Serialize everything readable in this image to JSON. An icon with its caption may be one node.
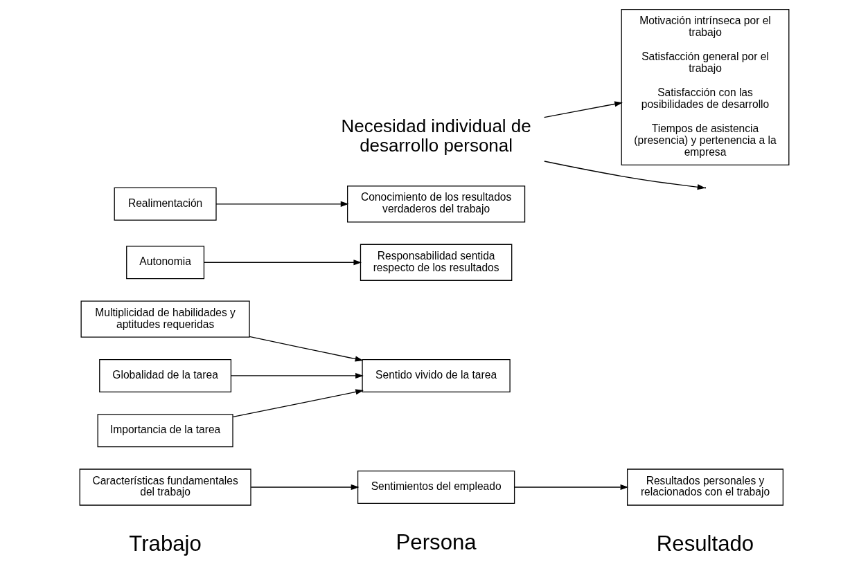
{
  "diagram": {
    "nodes": [
      {
        "text": [
          "Características fundamentales del trabajo"
        ]
      },
      {
        "text": [
          "Sentimientos del empleado"
        ]
      },
      {
        "text": [
          "Resultados personales y relacionados con el trabajo"
        ]
      },
      {
        "text": [
          "Multiplicidad de habilidades y aptitudes requeridas"
        ]
      },
      {
        "text": [
          "Globalidad de la tarea"
        ]
      },
      {
        "text": [
          "Importancia de la tarea"
        ]
      },
      {
        "text": [
          "Sentido vivido de la tarea"
        ]
      },
      {
        "text": [
          "Autonomia"
        ]
      },
      {
        "text": [
          "Responsabilidad sentida respecto de los resultados"
        ]
      },
      {
        "text": [
          "Realimentación"
        ]
      },
      {
        "text": [
          "Conocimiento de los resultados verdaderos del trabajo"
        ]
      },
      {
        "text": [
          "Motivación intrínseca por el trabajo",
          "Satisfacción general por el trabajo",
          "Satisfacción con las posibilidades de desarrollo",
          "Tiempos de asistencia (presencia) y pertenencia a la empresa"
        ]
      },
      {
        "text": [
          "Necesidad individual de desarrollo personal"
        ]
      }
    ],
    "edges": [
      {
        "from": 0,
        "to": 1,
        "arrow": "to"
      },
      {
        "from": 1,
        "to": 2,
        "arrow": "to"
      },
      {
        "from": 3,
        "to": 6,
        "arrow": "to"
      },
      {
        "from": 4,
        "to": 6,
        "arrow": "to"
      },
      {
        "from": 5,
        "to": 6,
        "arrow": "to"
      },
      {
        "from": 7,
        "to": 8,
        "arrow": "to"
      },
      {
        "from": 9,
        "to": 10,
        "arrow": "to"
      },
      {
        "from": 12,
        "to": null,
        "arrow": "to"
      },
      {
        "from": 12,
        "to": 11,
        "arrow": "to"
      }
    ],
    "labels": [
      "Trabajo",
      "Persona",
      "Resultado"
    ]
  }
}
